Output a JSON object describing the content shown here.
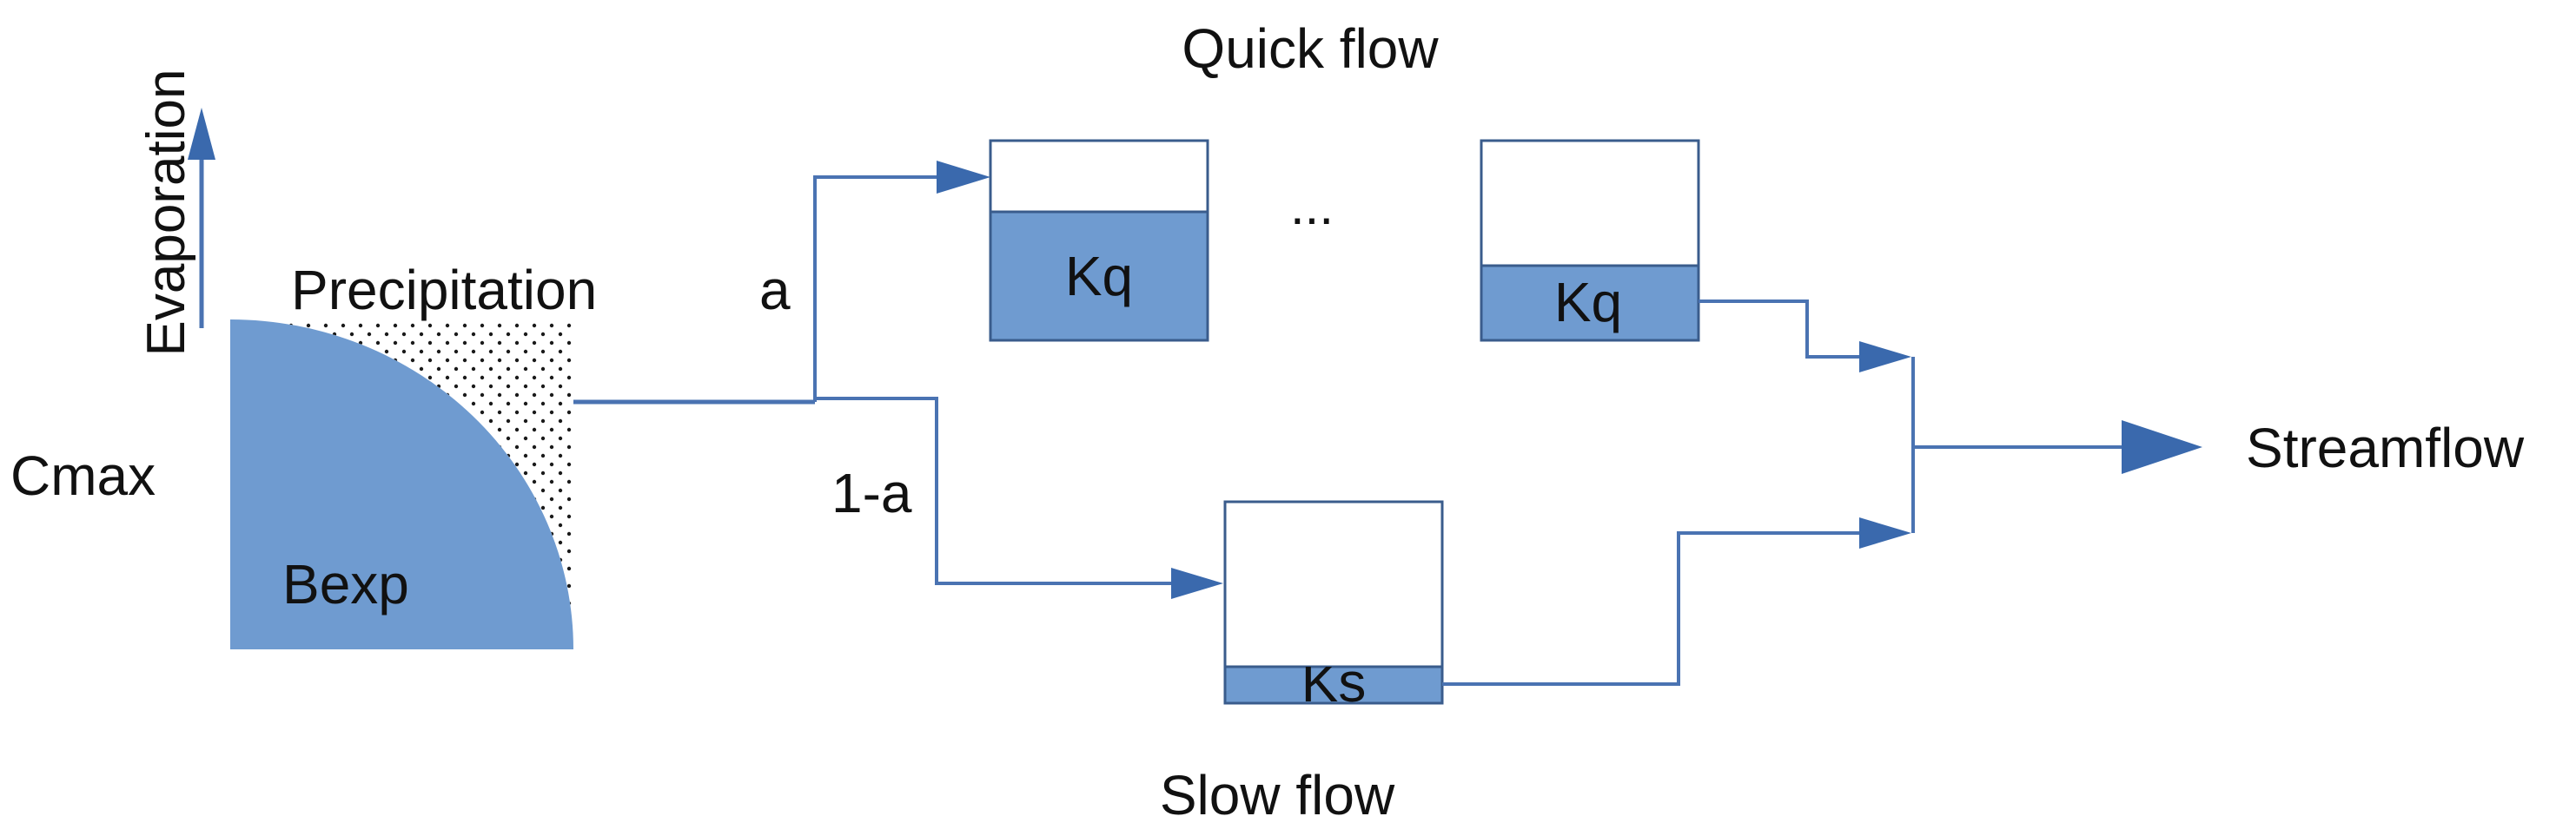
{
  "colors": {
    "line": "#4a73b2",
    "arrow": "#3a69ad",
    "store_fill": "#6f9bd0",
    "store_stroke": "#3a5c8c",
    "dots": "#1a1a1a",
    "text": "#111111"
  },
  "labels": {
    "evaporation": "Evaporation",
    "precipitation": "Precipitation",
    "cmax": "Cmax",
    "bexp": "Bexp",
    "split_a": "a",
    "split_one_minus_a": "1-a",
    "quick_flow": "Quick flow",
    "ellipsis": "...",
    "kq_first": "Kq",
    "kq_last": "Kq",
    "ks": "Ks",
    "slow_flow": "Slow flow",
    "streamflow": "Streamflow"
  }
}
